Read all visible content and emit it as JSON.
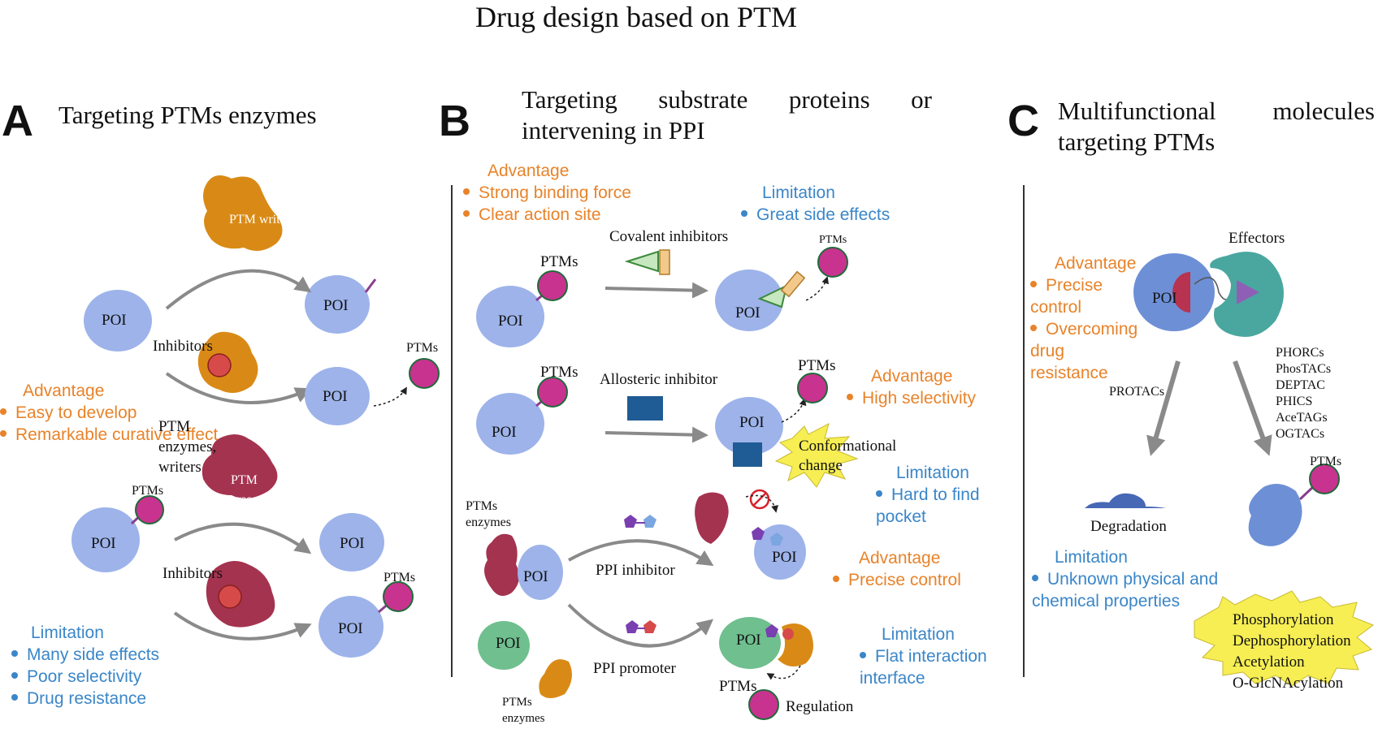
{
  "title": "Drug design based on PTM",
  "colors": {
    "orange": "#e8832a",
    "blue": "#3a86c8",
    "protein": "#9db3ea",
    "magenta": "#c8338f",
    "writer": "#d98a16",
    "eraser": "#a4334f",
    "green": "#6fbf8f",
    "teal": "#4aa7a0",
    "star": "#f6ee53"
  },
  "panelA": {
    "letter": "A",
    "title": "Targeting PTMs enzymes",
    "poi": "POI",
    "ptms": "PTMs",
    "writers_label": "PTM writers",
    "erasers_label": "PTM erasers",
    "inhibitors": "Inhibitors",
    "enzymes_label": "PTM enzymes, writers",
    "advantage": {
      "heading": "Advantage",
      "items": [
        "Easy to develop",
        "Remarkable curative effect"
      ]
    },
    "limitation": {
      "heading": "Limitation",
      "items": [
        "Many side effects",
        "Poor selectivity",
        "Drug resistance"
      ]
    }
  },
  "panelB": {
    "letter": "B",
    "title": "Targeting substrate proteins or intervening in PPI",
    "advantage1": {
      "heading": "Advantage",
      "items": [
        "Strong binding force",
        "Clear action site"
      ]
    },
    "limitation1": {
      "heading": "Limitation",
      "items": [
        "Great side effects"
      ]
    },
    "covalent": "Covalent inhibitors",
    "allosteric": "Allosteric inhibitor",
    "conformational": "Conformational change",
    "advantage2": {
      "heading": "Advantage",
      "items": [
        "High selectivity"
      ]
    },
    "limitation2": {
      "heading": "Limitation",
      "items": [
        "Hard to find pocket"
      ]
    },
    "ptms_enzymes": "PTMs enzymes",
    "ppi_inhibitor": "PPI inhibitor",
    "ppi_promoter": "PPI promoter",
    "regulation": "Regulation",
    "advantage3": {
      "heading": "Advantage",
      "items": [
        "Precise control"
      ]
    },
    "limitation3": {
      "heading": "Limitation",
      "items": [
        "Flat interaction interface"
      ]
    },
    "poi": "POI",
    "ptms": "PTMs"
  },
  "panelC": {
    "letter": "C",
    "title": "Multifunctional molecules targeting PTMs",
    "effectors": "Effectors",
    "poi": "POI",
    "advantage": {
      "heading": "Advantage",
      "items": [
        "Precise control",
        "Overcoming drug resistance"
      ]
    },
    "protacs": "PROTACs",
    "chimeras": [
      "PHORCs",
      "PhosTACs",
      "DEPTAC",
      "PHICS",
      "AceTAGs",
      "OGTACs"
    ],
    "degradation": "Degradation",
    "ptms": "PTMs",
    "limitation": {
      "heading": "Limitation",
      "items": [
        "Unknown physical and chemical properties"
      ]
    },
    "modifications": [
      "Phosphorylation",
      "Dephosphorylation",
      "Acetylation",
      "O-GlcNAcylation"
    ]
  }
}
